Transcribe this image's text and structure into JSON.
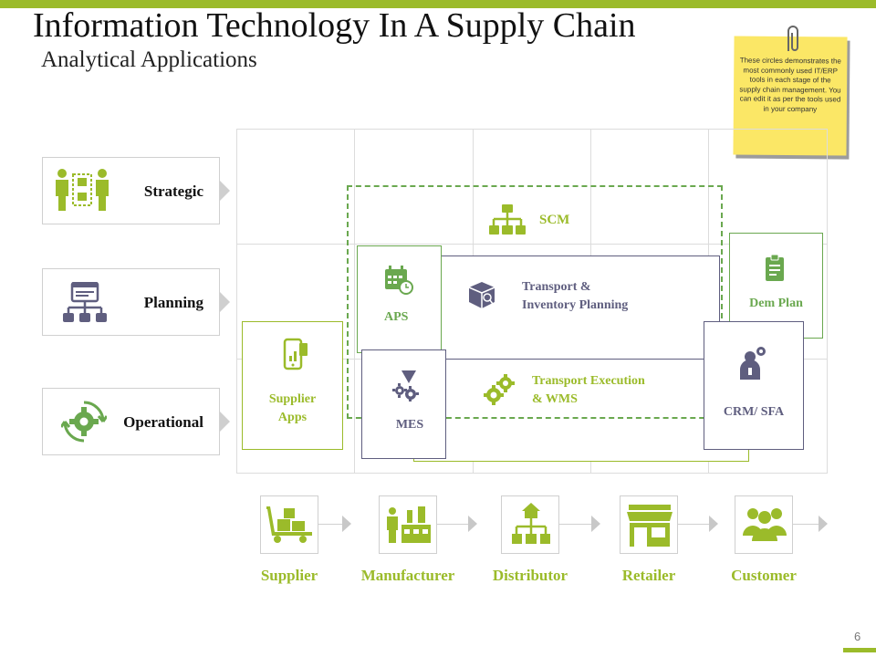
{
  "header": {
    "title": "Information Technology In A Supply Chain",
    "subtitle": "Analytical Applications"
  },
  "note": {
    "text": "These circles demonstrates the most commonly used IT/ERP tools in each stage of the supply chain management. You can edit it as per the tools used in your company"
  },
  "levels": {
    "strategic": "Strategic",
    "planning": "Planning",
    "operational": "Operational"
  },
  "tools": {
    "scm": "SCM",
    "aps": "APS",
    "transport_inventory": [
      "Transport &",
      "Inventory Planning"
    ],
    "dem_plan": "Dem Plan",
    "supplier_apps": [
      "Supplier",
      "Apps"
    ],
    "mes": "MES",
    "transport_execution": [
      "Transport Execution",
      "& WMS"
    ],
    "crm_sfa": "CRM/ SFA"
  },
  "chain": {
    "supplier": "Supplier",
    "manufacturer": "Manufacturer",
    "distributor": "Distributor",
    "retailer": "Retailer",
    "customer": "Customer"
  },
  "colors": {
    "lime": "#9bbb2a",
    "green": "#6aa84f",
    "purple": "#5f5e7f",
    "note": "#fbe766"
  },
  "page": {
    "number": "6"
  }
}
